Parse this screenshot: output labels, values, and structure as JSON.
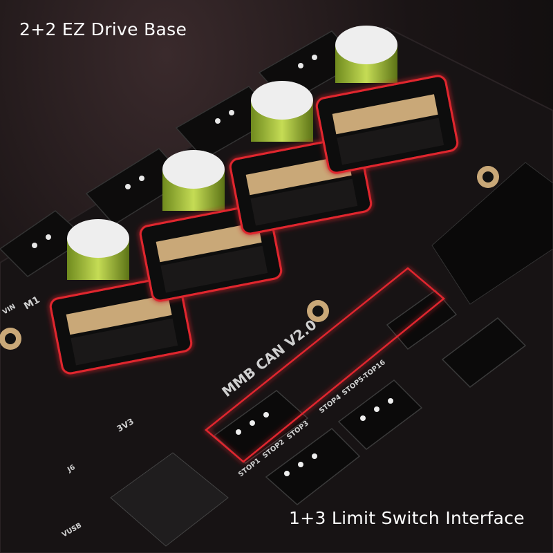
{
  "callouts": {
    "drive_base": "2+2 EZ Drive Base",
    "limit_switch": "1+3 Limit Switch Interface"
  },
  "board": {
    "model_label": "MMB CAN V2.0",
    "silkscreen": {
      "m1": "M1",
      "vin": "VIN",
      "v3v3": "3V3",
      "vusb": "VUSB",
      "j6": "J6",
      "stop1": "STOP1",
      "stop2": "STOP2",
      "stop3": "STOP3",
      "stop4": "STOP4",
      "stop5": "STOP5-TOP16"
    }
  },
  "colors": {
    "highlight": "#e0262e",
    "board": "#161314",
    "capacitor": "#a7c23a",
    "pins": "#c9a878",
    "text": "#ffffff"
  }
}
